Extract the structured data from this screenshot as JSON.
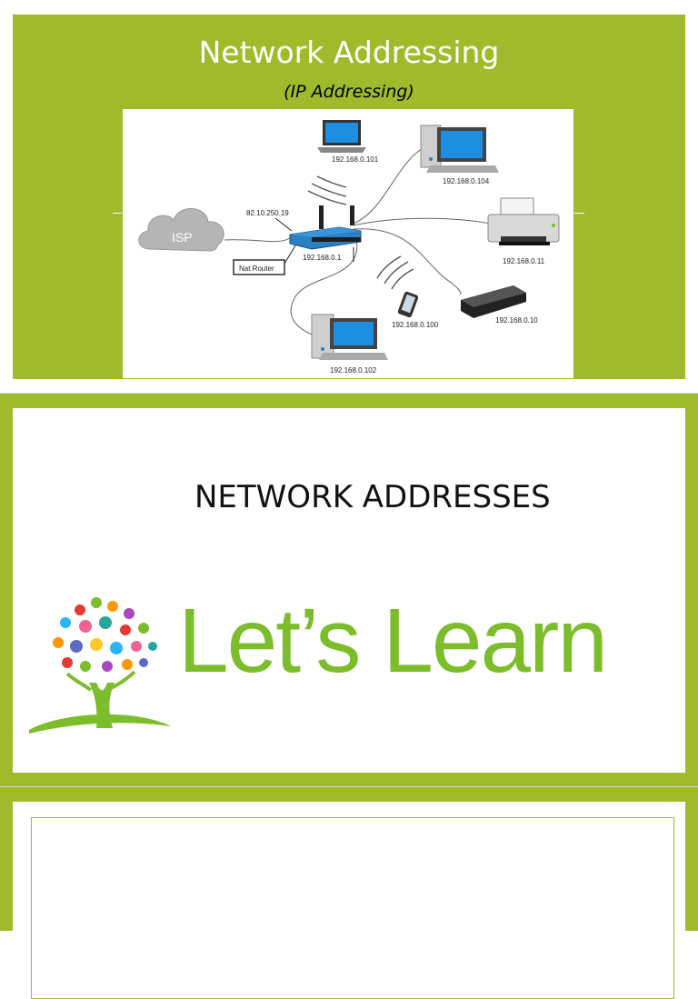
{
  "slide1": {
    "title": "Network Addressing",
    "subtitle": "(IP Addressing)",
    "diagram": {
      "isp_label": "ISP",
      "router_wan_ip": "82.10.250.19",
      "router_lan_ip": "192.168.0.1",
      "router_tag": "Nat Router",
      "laptop_ip": "192.168.0.101",
      "desktop_top_ip": "192.168.0.104",
      "printer_ip": "192.168.0.11",
      "phone_ip": "192.168.0.100",
      "console_ip": "192.168.0.10",
      "desktop_bottom_ip": "192.168.0.102"
    }
  },
  "slide2": {
    "heading": "NETWORK ADDRESSES",
    "logo_text": "Let’s Learn",
    "colors": {
      "accent": "#9fbb2b",
      "logo_green": "#7cbd2b"
    }
  },
  "slide3": {}
}
